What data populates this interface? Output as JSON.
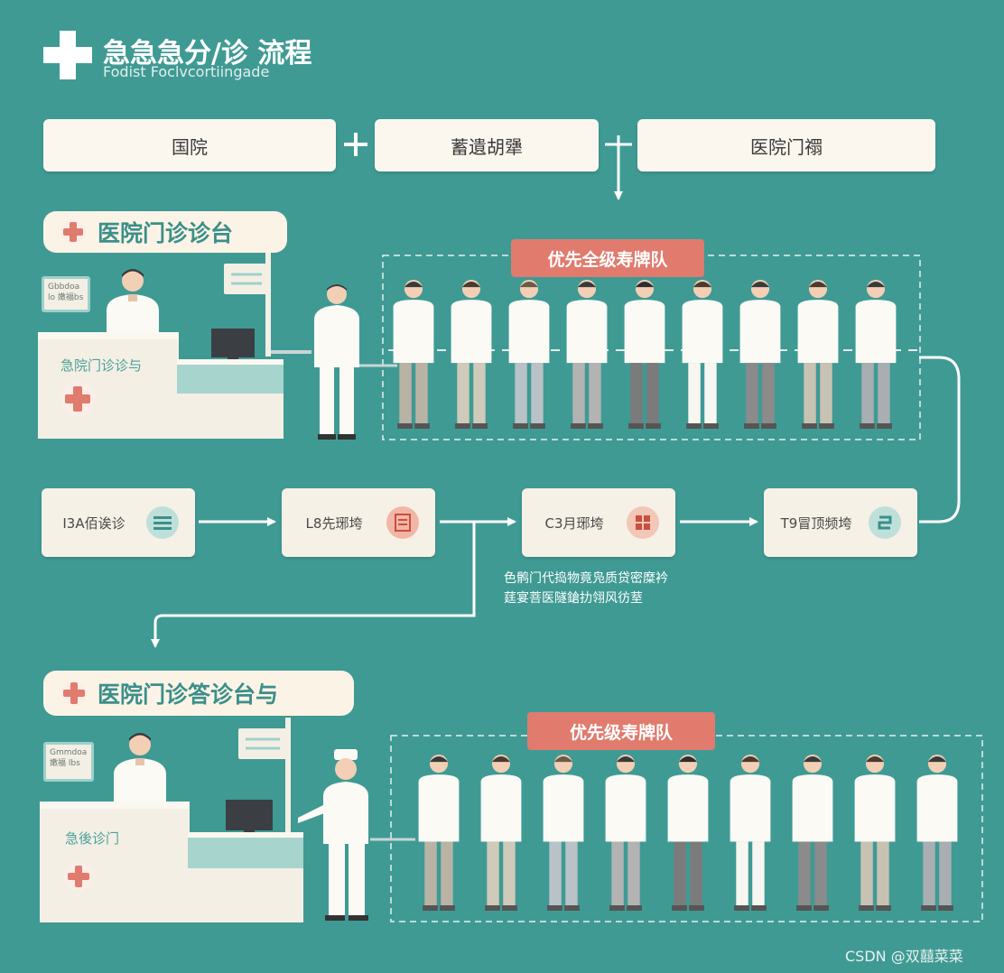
{
  "header": {
    "title": "急急急分/诊 流程",
    "subtitle": "Fodist Foclvcortiingade"
  },
  "top_steps": [
    {
      "label": "国院"
    },
    {
      "label": "蓄遺胡犟"
    },
    {
      "label": "医院门禤"
    }
  ],
  "section1": {
    "title": "医院门诊诊台",
    "desk_label": "急院门诊诊与",
    "sign_text": "Gbbdoa lo 嫩福bs",
    "queue_tag": "优先全级寿牌队"
  },
  "process_steps": [
    {
      "label": "I3A佰诶诊",
      "icon": "list-icon",
      "icon_color": "#bfe0da"
    },
    {
      "label": "L8先琊垮",
      "icon": "document-icon",
      "icon_color": "#f2b6a6"
    },
    {
      "label": "C3月琊垮",
      "icon": "grid-icon",
      "icon_color": "#f2c7b7"
    },
    {
      "label": "T9冒顶频垮",
      "icon": "menu-icon",
      "icon_color": "#bfe0da"
    }
  ],
  "process_note": [
    "色鹘门代捣物竟凫质贷密糜衿",
    "莛宴菩医隧鎗扐翎风彷荎"
  ],
  "section2": {
    "title": "医院门诊答诊台与",
    "desk_label": "急後诊门",
    "sign_text": "Gmmdoa\n嫩福 lbs",
    "queue_tag": "优先级寿牌队"
  },
  "watermark": "CSDN @双囍菜菜",
  "colors": {
    "background": "#3f9a94",
    "accent_red": "#e07b6e",
    "card": "#fbf7ee",
    "teal_text": "#3b8f8a"
  }
}
